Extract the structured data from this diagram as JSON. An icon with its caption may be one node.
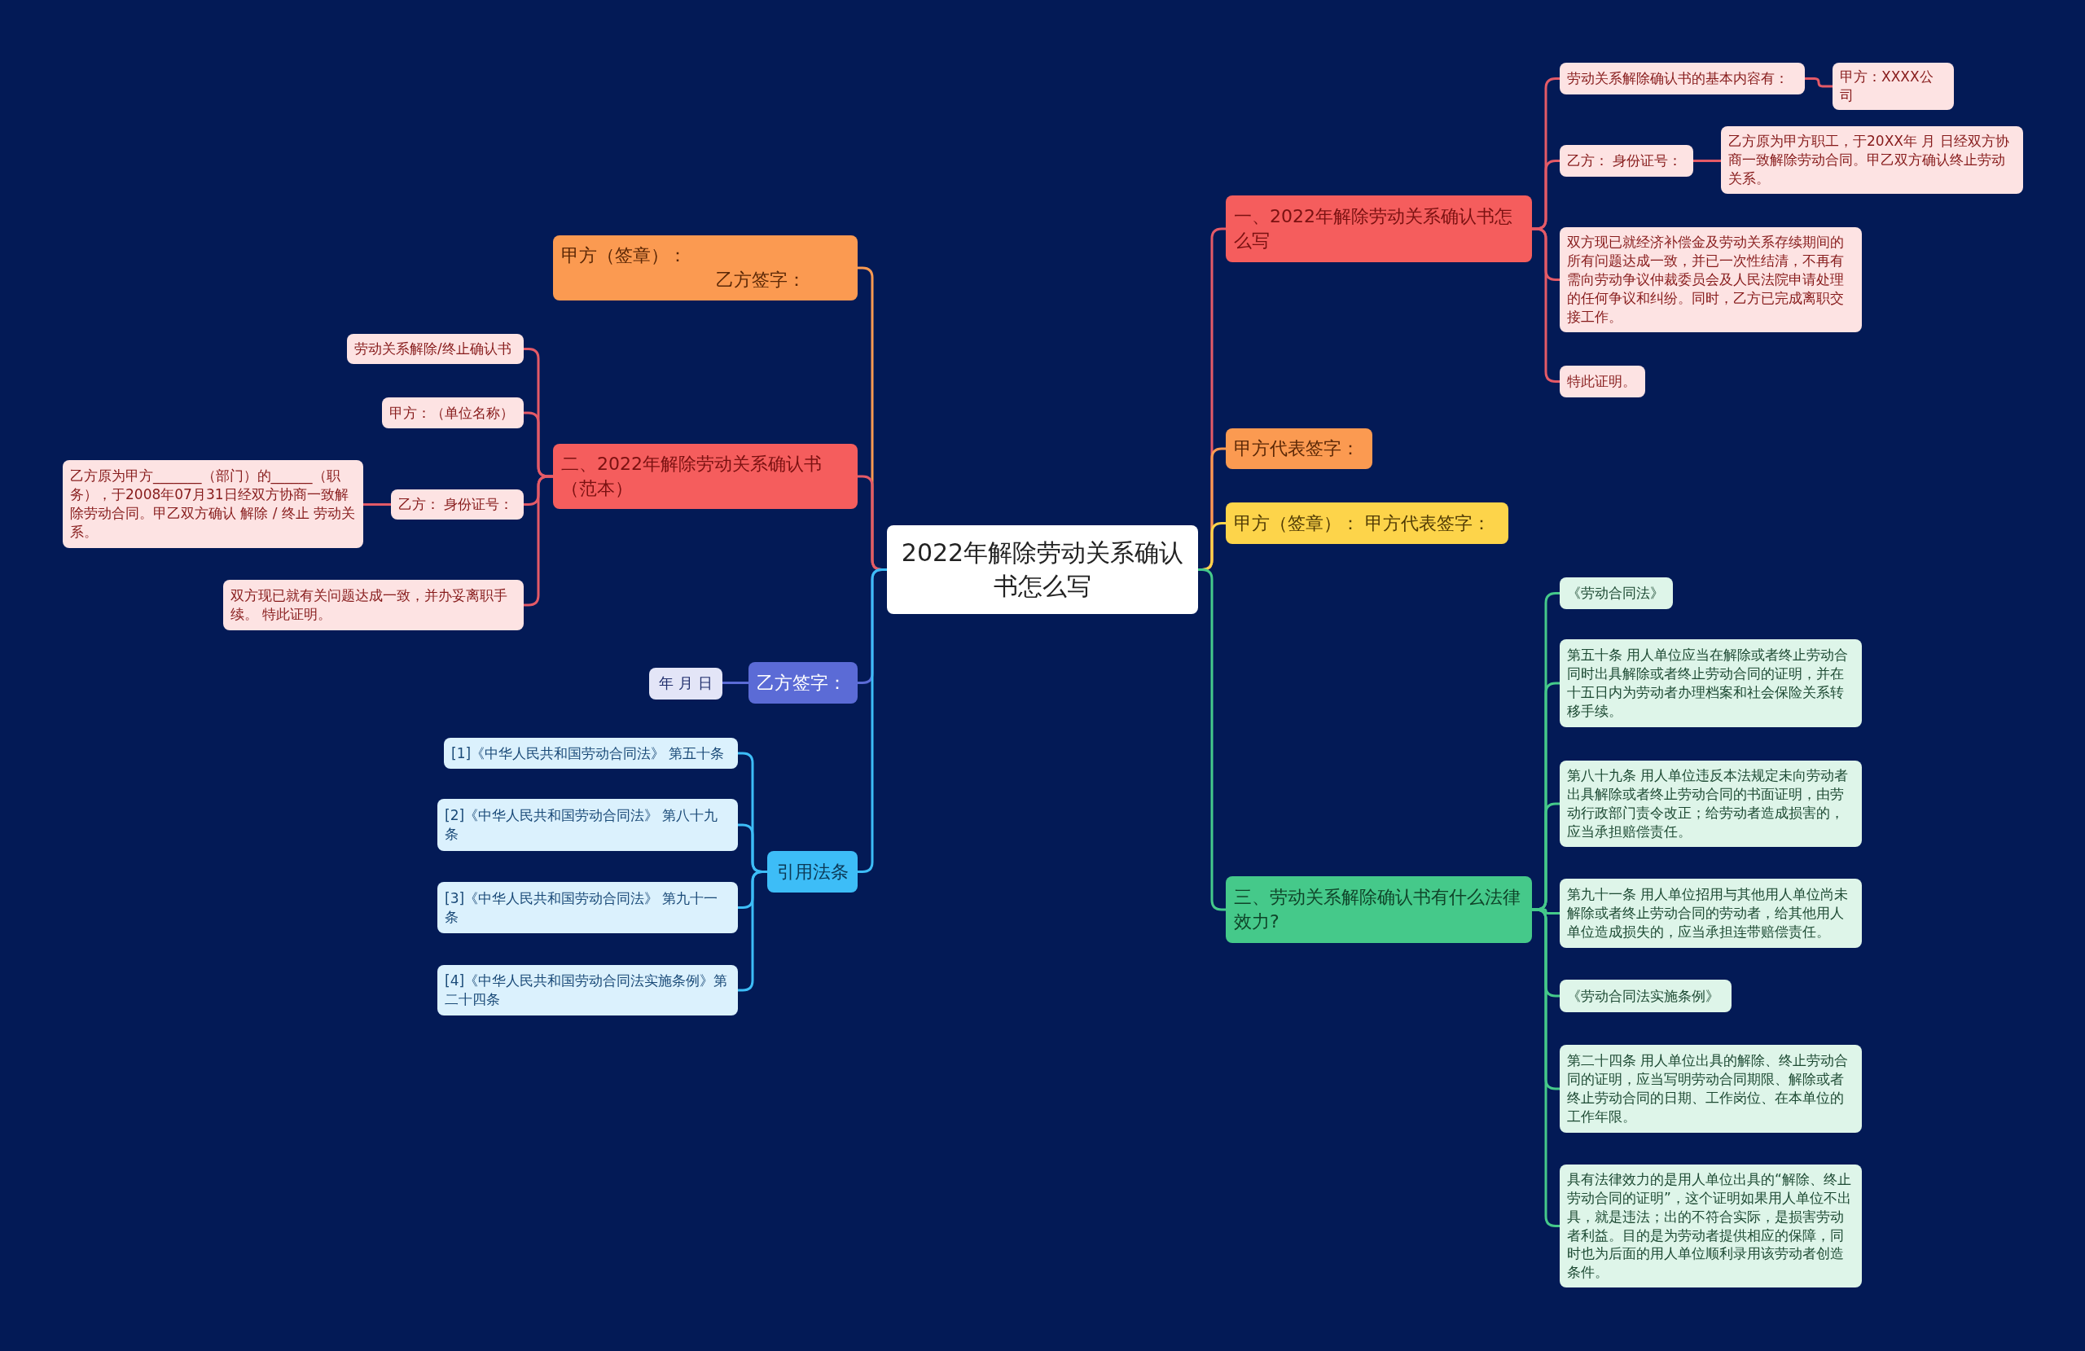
{
  "diagram": {
    "nodes": [
      {
        "text": [
          "2022年解除劳动关系确认书怎么写"
        ]
      },
      {
        "text": [
          "一、2022年解除劳动关系确认书怎么写"
        ]
      },
      {
        "text": [
          "劳动关系解除确认书的基本内容有："
        ]
      },
      {
        "text": [
          "甲方：XXXX公司"
        ]
      },
      {
        "text": [
          "乙方： 身份证号："
        ]
      },
      {
        "text": [
          "乙方原为甲方职工，于20XX年 月 日经双方协商一致解除劳动合同。甲乙双方确认终止劳动关系。"
        ]
      },
      {
        "text": [
          "双方现已就经济补偿金及劳动关系存续期间的所有问题达成一致，并已一次性结清，不再有需向劳动争议仲裁委员会及人民法院申请处理的任何争议和纠纷。同时，乙方已完成离职交接工作。"
        ]
      },
      {
        "text": [
          "特此证明。"
        ]
      },
      {
        "text": [
          "甲方代表签字："
        ]
      },
      {
        "text": [
          "甲方（签章）： 甲方代表签字："
        ]
      },
      {
        "text": [
          "三、劳动关系解除确认书有什么法律效力?"
        ]
      },
      {
        "text": [
          "《劳动合同法》"
        ]
      },
      {
        "text": [
          "第五十条 用人单位应当在解除或者终止劳动合同时出具解除或者终止劳动合同的证明，并在十五日内为劳动者办理档案和社会保险关系转移手续。"
        ]
      },
      {
        "text": [
          "第八十九条 用人单位违反本法规定未向劳动者出具解除或者终止劳动合同的书面证明，由劳动行政部门责令改正；给劳动者造成损害的，应当承担赔偿责任。"
        ]
      },
      {
        "text": [
          "第九十一条 用人单位招用与其他用人单位尚未解除或者终止劳动合同的劳动者，给其他用人单位造成损失的，应当承担连带赔偿责任。"
        ]
      },
      {
        "text": [
          "《劳动合同法实施条例》"
        ]
      },
      {
        "text": [
          "第二十四条 用人单位出具的解除、终止劳动合同的证明，应当写明劳动合同期限、解除或者终止劳动合同的日期、工作岗位、在本单位的工作年限。"
        ]
      },
      {
        "text": [
          "具有法律效力的是用人单位出具的“解除、终止劳动合同的证明”，这个证明如果用人单位不出具，就是违法；出的不符合实际，是损害劳动者利益。目的是为劳动者提供相应的保障，同时也为后面的用人单位顺利录用该劳动者创造条件。"
        ]
      },
      {
        "text": [
          "甲方（签章）：",
          "乙方签字："
        ]
      },
      {
        "text": [
          "二、2022年解除劳动关系确认书（范本）"
        ]
      },
      {
        "text": [
          "劳动关系解除/终止确认书"
        ]
      },
      {
        "text": [
          "甲方：（单位名称）"
        ]
      },
      {
        "text": [
          "乙方： 身份证号："
        ]
      },
      {
        "text": [
          "乙方原为甲方_______（部门）的______（职务），于2008年07月31日经双方协商一致解除劳动合同。甲乙双方确认 解除 / 终止 劳动关系。"
        ]
      },
      {
        "text": [
          "双方现已就有关问题达成一致，并办妥离职手续。 特此证明。"
        ]
      },
      {
        "text": [
          "乙方签字："
        ]
      },
      {
        "text": [
          "年 月 日"
        ]
      },
      {
        "text": [
          "引用法条"
        ]
      },
      {
        "text": [
          "[1]《中华人民共和国劳动合同法》 第五十条"
        ]
      },
      {
        "text": [
          "[2]《中华人民共和国劳动合同法》 第八十九条"
        ]
      },
      {
        "text": [
          "[3]《中华人民共和国劳动合同法》 第九十一条"
        ]
      },
      {
        "text": [
          "[4]《中华人民共和国劳动合同法实施条例》第二十四条"
        ]
      }
    ],
    "edges": [
      {
        "from": 0,
        "to": 1,
        "arrow": "none"
      },
      {
        "from": 1,
        "to": 2,
        "arrow": "none"
      },
      {
        "from": 2,
        "to": 3,
        "arrow": "none"
      },
      {
        "from": 1,
        "to": 4,
        "arrow": "none"
      },
      {
        "from": 4,
        "to": 5,
        "arrow": "none"
      },
      {
        "from": 1,
        "to": 6,
        "arrow": "none"
      },
      {
        "from": 1,
        "to": 7,
        "arrow": "none"
      },
      {
        "from": 0,
        "to": 8,
        "arrow": "none",
        "color": "#fb9a51"
      },
      {
        "from": 0,
        "to": 9,
        "arrow": "none",
        "color": "#fdd44a"
      },
      {
        "from": 0,
        "to": 10,
        "arrow": "none",
        "color": "#45c98a"
      },
      {
        "from": 10,
        "to": 11,
        "arrow": "none",
        "color": "#45c98a"
      },
      {
        "from": 10,
        "to": 12,
        "arrow": "none",
        "color": "#45c98a"
      },
      {
        "from": 10,
        "to": 13,
        "arrow": "none",
        "color": "#45c98a"
      },
      {
        "from": 10,
        "to": 14,
        "arrow": "none",
        "color": "#45c98a"
      },
      {
        "from": 10,
        "to": 15,
        "arrow": "none",
        "color": "#45c98a"
      },
      {
        "from": 10,
        "to": 16,
        "arrow": "none",
        "color": "#45c98a"
      },
      {
        "from": 10,
        "to": 17,
        "arrow": "none",
        "color": "#45c98a"
      },
      {
        "from": 0,
        "to": 18,
        "arrow": "none",
        "color": "#fb9a51"
      },
      {
        "from": 0,
        "to": 19,
        "arrow": "none"
      },
      {
        "from": 19,
        "to": 20,
        "arrow": "none"
      },
      {
        "from": 19,
        "to": 21,
        "arrow": "none"
      },
      {
        "from": 19,
        "to": 22,
        "arrow": "none"
      },
      {
        "from": 22,
        "to": 23,
        "arrow": "none"
      },
      {
        "from": 19,
        "to": 24,
        "arrow": "none"
      },
      {
        "from": 0,
        "to": 25,
        "arrow": "none",
        "color": "#5b6bd6"
      },
      {
        "from": 25,
        "to": 26,
        "arrow": "none",
        "color": "#5b6bd6"
      },
      {
        "from": 0,
        "to": 27,
        "arrow": "none",
        "color": "#3dbdf7"
      },
      {
        "from": 27,
        "to": 28,
        "arrow": "none",
        "color": "#3dbdf7"
      },
      {
        "from": 27,
        "to": 29,
        "arrow": "none",
        "color": "#3dbdf7"
      },
      {
        "from": 27,
        "to": 30,
        "arrow": "none",
        "color": "#3dbdf7"
      },
      {
        "from": 27,
        "to": 31,
        "arrow": "none",
        "color": "#3dbdf7"
      }
    ]
  }
}
